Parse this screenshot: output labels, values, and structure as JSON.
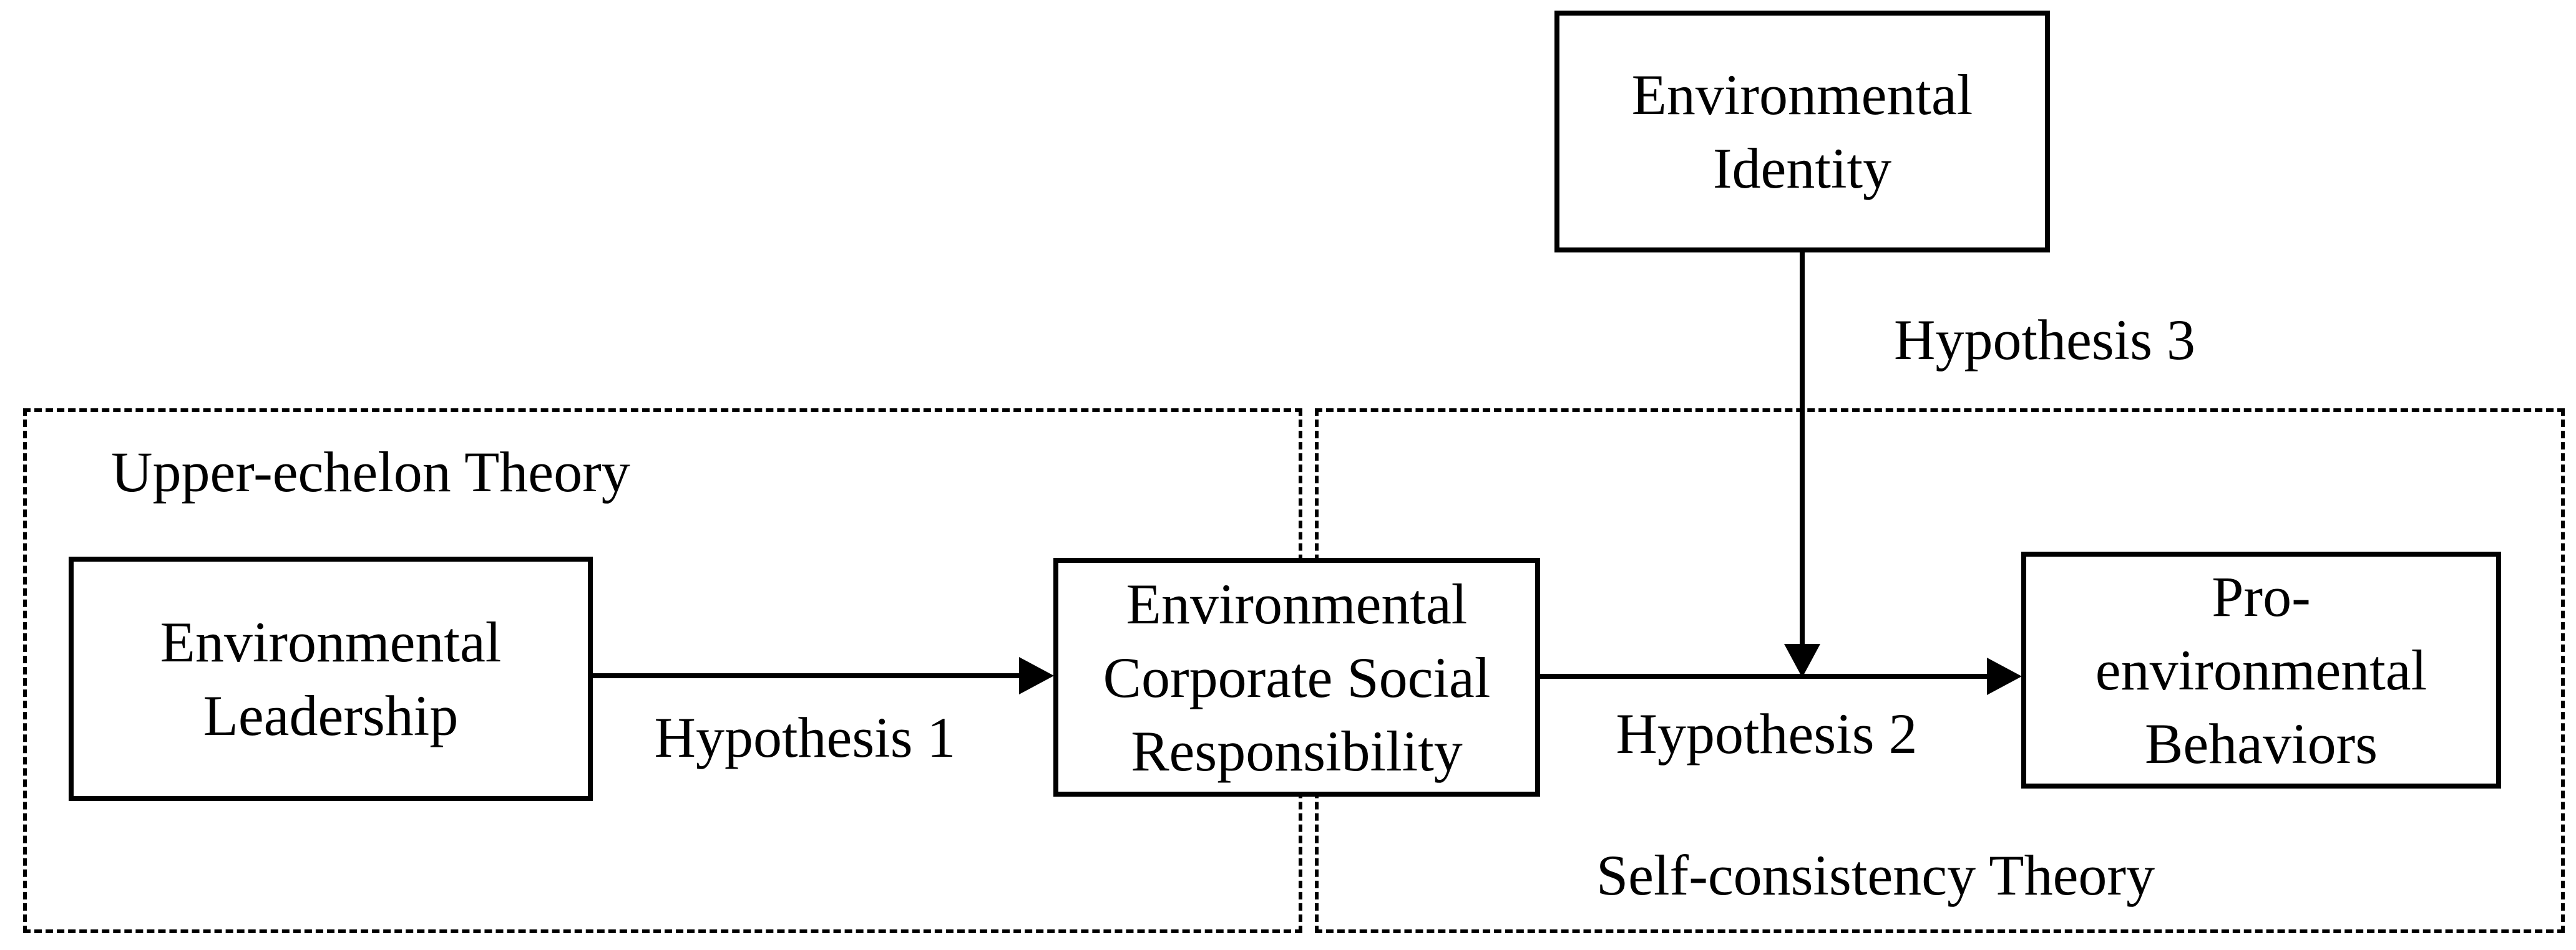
{
  "diagram": {
    "colors": {
      "line": "#000000",
      "background": "#ffffff"
    },
    "regions": {
      "upper_echelon": {
        "label": "Upper-echelon Theory"
      },
      "self_consistency": {
        "label": "Self-consistency Theory"
      }
    },
    "nodes": {
      "environmental_identity": {
        "line1": "Environmental",
        "line2": "Identity"
      },
      "environmental_leadership": {
        "line1": "Environmental",
        "line2": "Leadership"
      },
      "environmental_csr": {
        "line1": "Environmental",
        "line2": "Corporate Social",
        "line3": "Responsibility"
      },
      "pro_environmental_behaviors": {
        "line1": "Pro-",
        "line2": "environmental",
        "line3": "Behaviors"
      }
    },
    "edges": {
      "hypothesis1": {
        "label": "Hypothesis 1",
        "from": "environmental_leadership",
        "to": "environmental_csr"
      },
      "hypothesis2": {
        "label": "Hypothesis 2",
        "from": "environmental_csr",
        "to": "pro_environmental_behaviors"
      },
      "hypothesis3": {
        "label": "Hypothesis 3",
        "from": "environmental_identity",
        "to": "hypothesis2_arrow"
      }
    }
  }
}
